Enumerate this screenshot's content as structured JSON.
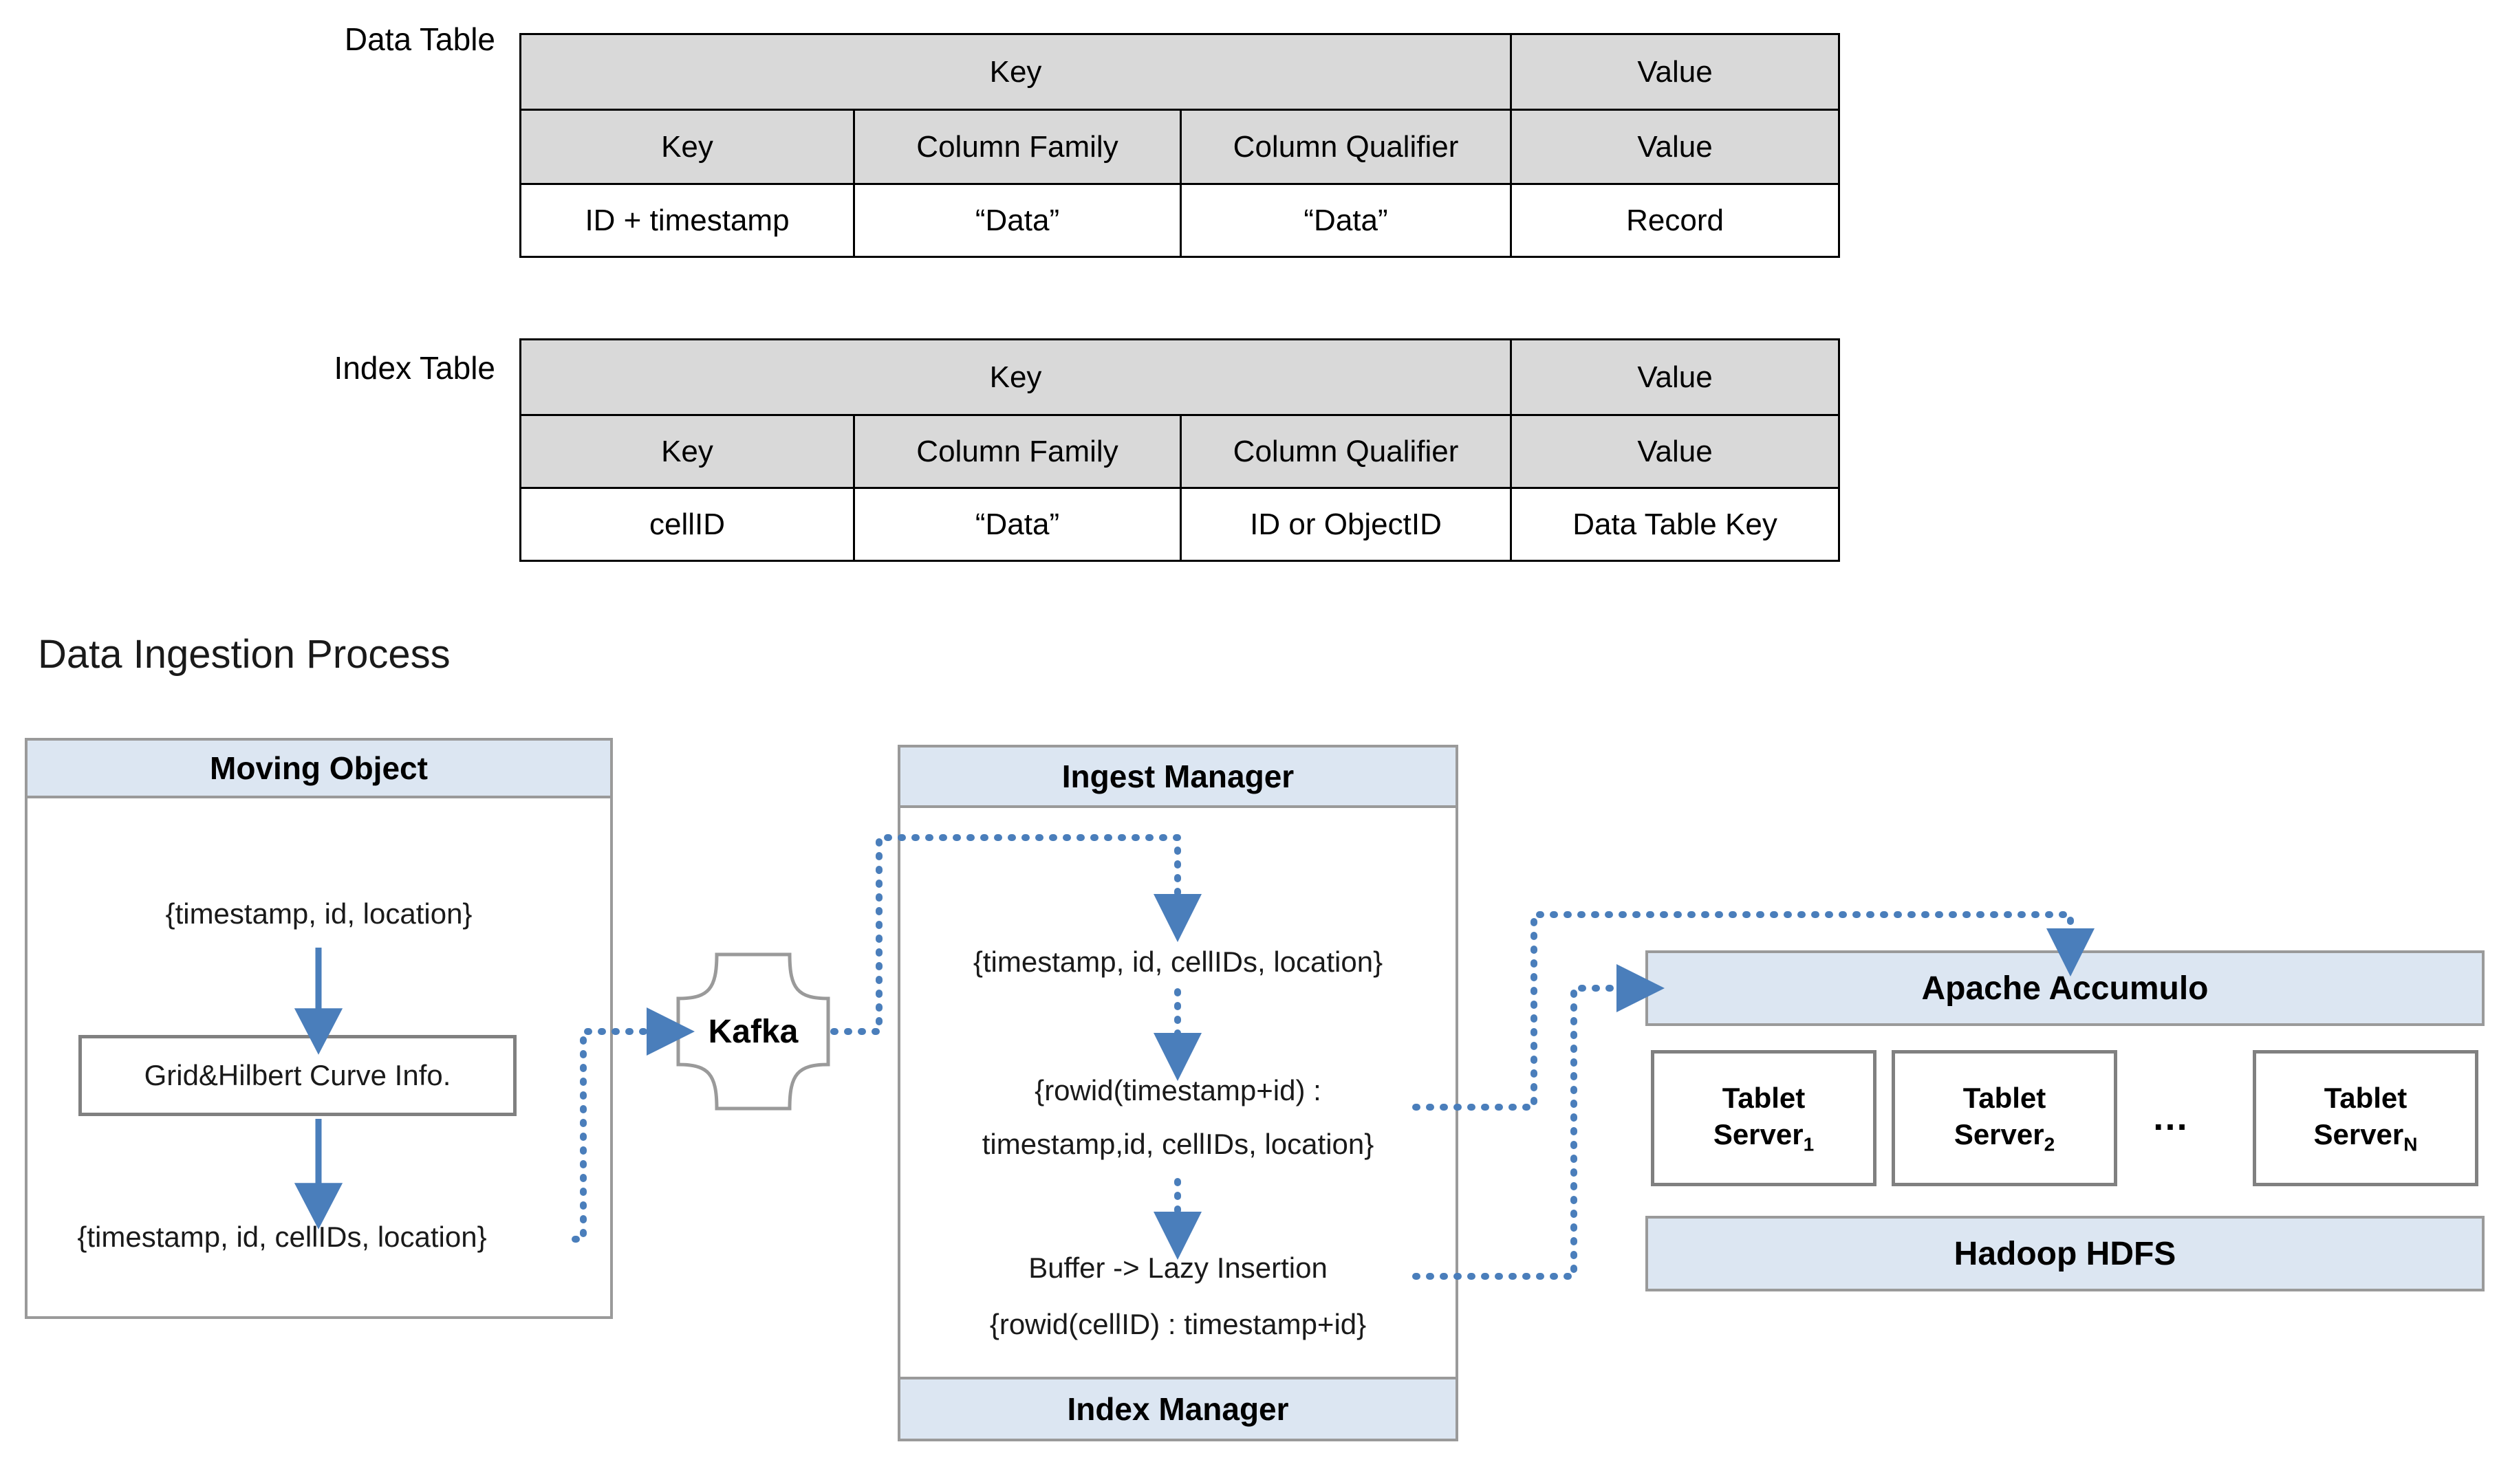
{
  "tables": [
    {
      "label": "Data Table",
      "top_header": [
        {
          "text": "Key",
          "span": 3
        },
        {
          "text": "Value",
          "span": 1
        }
      ],
      "columns": [
        "Key",
        "Column Family",
        "Column Qualifier",
        "Value"
      ],
      "rows": [
        [
          "ID + timestamp",
          "“Data”",
          "“Data”",
          "Record"
        ]
      ]
    },
    {
      "label": "Index Table",
      "top_header": [
        {
          "text": "Key",
          "span": 3
        },
        {
          "text": "Value",
          "span": 1
        }
      ],
      "columns": [
        "Key",
        "Column Family",
        "Column Qualifier",
        "Value"
      ],
      "rows": [
        [
          "cellID",
          "“Data”",
          "ID or ObjectID",
          "Data Table Key"
        ]
      ]
    }
  ],
  "diagram": {
    "title": "Data Ingestion Process",
    "moving_object": {
      "title": "Moving Object",
      "input_record": "{timestamp, id, location}",
      "processor": "Grid&Hilbert Curve Info.",
      "output_record": "{timestamp, id, cellIDs, location}"
    },
    "kafka": {
      "label": "Kafka"
    },
    "ingest_manager": {
      "title": "Ingest Manager",
      "footer_title": "Index Manager",
      "step1": "{timestamp, id, cellIDs, location}",
      "step2_line1": "{rowid(timestamp+id) :",
      "step2_line2": "timestamp,id, cellIDs, location}",
      "step3_line1": "Buffer  -> Lazy Insertion",
      "step3_line2": "{rowid(cellID) : timestamp+id}"
    },
    "cluster": {
      "accumulo": "Apache Accumulo",
      "hdfs": "Hadoop HDFS",
      "ellipsis": "…",
      "tablet_servers": [
        {
          "name": "Tablet",
          "role": "Server",
          "index": "1"
        },
        {
          "name": "Tablet",
          "role": "Server",
          "index": "2"
        },
        {
          "name": "Tablet",
          "role": "Server",
          "index": "N"
        }
      ]
    }
  },
  "colors": {
    "band_fill": "#dce6f2",
    "band_stroke": "#9a9a9a",
    "table_header_fill": "#d9d9d9",
    "arrow_blue": "#4a7ebb",
    "inner_stroke": "#808080"
  }
}
